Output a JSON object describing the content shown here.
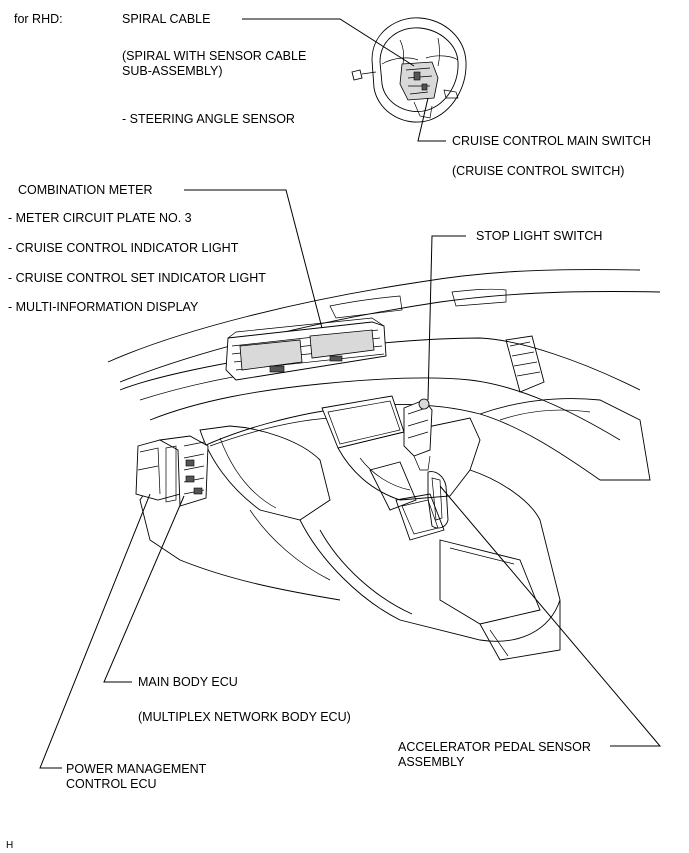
{
  "header": {
    "variant": "for RHD:"
  },
  "labels": {
    "spiral_cable": "SPIRAL CABLE",
    "spiral_with_sensor": "(SPIRAL WITH SENSOR CABLE SUB-ASSEMBLY)",
    "steering_angle_sensor": "- STEERING ANGLE SENSOR",
    "cruise_main_switch": "CRUISE CONTROL MAIN SWITCH",
    "cruise_control_switch": "(CRUISE CONTROL SWITCH)",
    "combination_meter": "COMBINATION METER",
    "meter_circuit_plate": "- METER CIRCUIT PLATE NO. 3",
    "cruise_indicator": "- CRUISE CONTROL INDICATOR LIGHT",
    "cruise_set_indicator": "- CRUISE CONTROL SET INDICATOR LIGHT",
    "multi_info_display": "- MULTI-INFORMATION DISPLAY",
    "stop_light_switch": "STOP LIGHT SWITCH",
    "main_body_ecu": "MAIN BODY ECU",
    "multiplex_body_ecu": "(MULTIPLEX NETWORK BODY ECU)",
    "accelerator_pedal_sensor": "ACCELERATOR PEDAL SENSOR ASSEMBLY",
    "power_management_ecu": "POWER MANAGEMENT CONTROL ECU"
  },
  "footer": {
    "code": "H"
  }
}
